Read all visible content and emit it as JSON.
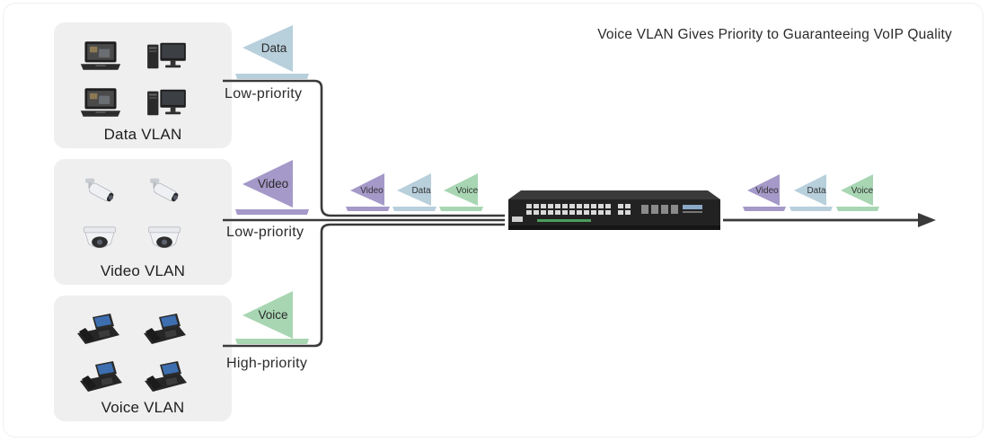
{
  "title": "Voice VLAN Gives Priority to Guaranteeing VoIP Quality",
  "vlans": {
    "data": {
      "label": "Data VLAN",
      "flag": "Data",
      "priority": "Low-priority"
    },
    "video": {
      "label": "Video VLAN",
      "flag": "Video",
      "priority": "Low-priority"
    },
    "voice": {
      "label": "Voice VLAN",
      "flag": "Voice",
      "priority": "High-priority"
    }
  },
  "queue_in": [
    "Video",
    "Data",
    "Voice"
  ],
  "queue_out": [
    "Video",
    "Data",
    "Voice"
  ],
  "colors": {
    "data": "#b8cfdc",
    "video": "#a499c8",
    "voice": "#a8d6b3",
    "line": "#3a3a3a",
    "panel": "#efefef"
  },
  "icons": {
    "data_panel": [
      "laptop-icon",
      "desktop-computer-icon",
      "laptop-icon",
      "desktop-computer-icon"
    ],
    "video_panel": [
      "bullet-camera-icon",
      "bullet-camera-icon",
      "dome-camera-icon",
      "dome-camera-icon"
    ],
    "voice_panel": [
      "ip-phone-icon",
      "ip-phone-icon",
      "ip-phone-icon",
      "ip-phone-icon"
    ],
    "device": "network-switch-icon"
  }
}
